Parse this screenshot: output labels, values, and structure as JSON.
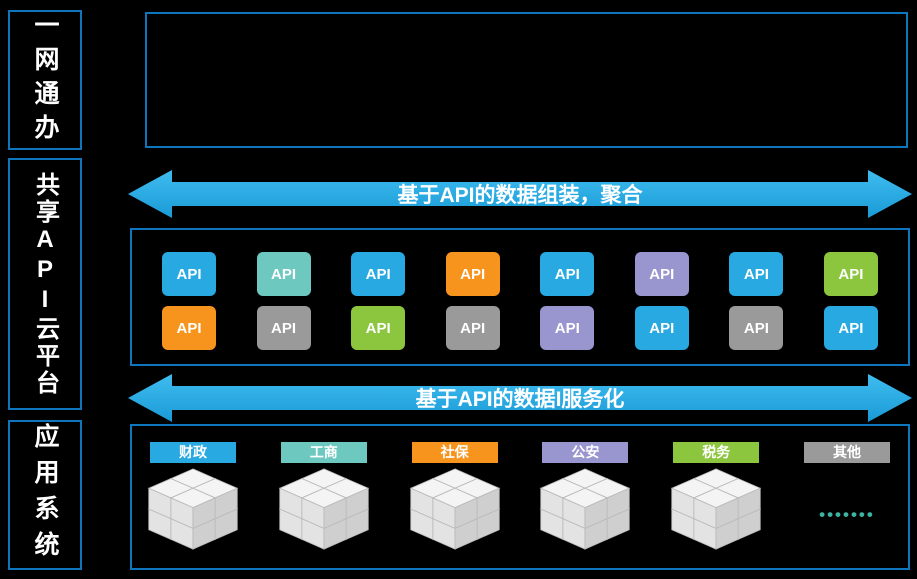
{
  "left_panels": [
    {
      "label": "一网通办"
    },
    {
      "label": "共享API云平台"
    },
    {
      "label": "应用系统"
    }
  ],
  "arrows": [
    {
      "label": "基于API的数据组装，聚合"
    },
    {
      "label": "基于API的数据I服务化"
    }
  ],
  "api": {
    "rows": [
      [
        {
          "label": "API",
          "color": "#29a9e1"
        },
        {
          "label": "API",
          "color": "#6dc8c0"
        },
        {
          "label": "API",
          "color": "#29a9e1"
        },
        {
          "label": "API",
          "color": "#f7941d"
        },
        {
          "label": "API",
          "color": "#29a9e1"
        },
        {
          "label": "API",
          "color": "#9895cf"
        },
        {
          "label": "API",
          "color": "#29a9e1"
        },
        {
          "label": "API",
          "color": "#8cc63f"
        }
      ],
      [
        {
          "label": "API",
          "color": "#f7941d"
        },
        {
          "label": "API",
          "color": "#9a9a9a"
        },
        {
          "label": "API",
          "color": "#8cc63f"
        },
        {
          "label": "API",
          "color": "#9a9a9a"
        },
        {
          "label": "API",
          "color": "#9895cf"
        },
        {
          "label": "API",
          "color": "#29a9e1"
        },
        {
          "label": "API",
          "color": "#9a9a9a"
        },
        {
          "label": "API",
          "color": "#29a9e1"
        }
      ]
    ]
  },
  "systems": [
    {
      "label": "财政",
      "color": "#29a9e1"
    },
    {
      "label": "工商",
      "color": "#6dc8c0"
    },
    {
      "label": "社保",
      "color": "#f7941d"
    },
    {
      "label": "公安",
      "color": "#9895cf"
    },
    {
      "label": "税务",
      "color": "#8cc63f"
    },
    {
      "label": "其他",
      "color": "#9a9a9a"
    }
  ],
  "more_dots": "•••••••",
  "colors": {
    "box_border": "#0e76bd",
    "arrow_top": "#3fbdf0",
    "arrow_bottom": "#1a9ad6",
    "dots": "#3fb3a3"
  }
}
